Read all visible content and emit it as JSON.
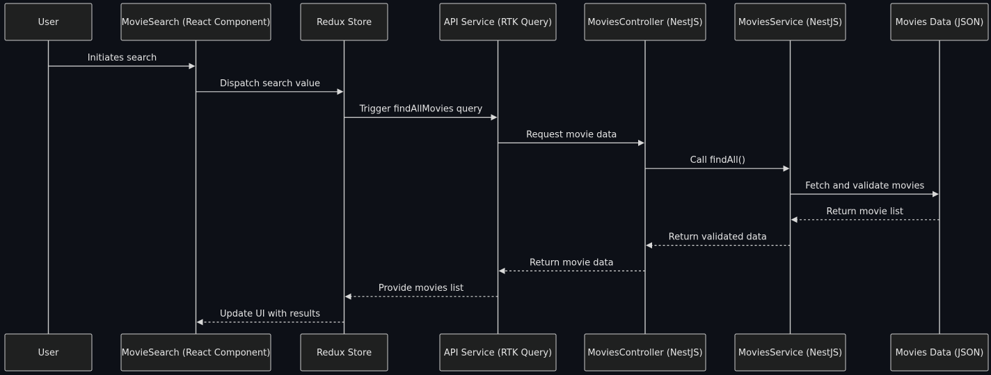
{
  "diagram": {
    "type": "sequence",
    "participants": [
      "User",
      "MovieSearch (React Component)",
      "Redux Store",
      "API Service (RTK Query)",
      "MoviesController (NestJS)",
      "MoviesService (NestJS)",
      "Movies Data (JSON)"
    ],
    "messages": [
      {
        "from": 0,
        "to": 1,
        "label": "Initiates search",
        "style": "solid"
      },
      {
        "from": 1,
        "to": 2,
        "label": "Dispatch search value",
        "style": "solid"
      },
      {
        "from": 2,
        "to": 3,
        "label": "Trigger findAllMovies query",
        "style": "solid"
      },
      {
        "from": 3,
        "to": 4,
        "label": "Request movie data",
        "style": "solid"
      },
      {
        "from": 4,
        "to": 5,
        "label": "Call findAll()",
        "style": "solid"
      },
      {
        "from": 5,
        "to": 6,
        "label": "Fetch and validate movies",
        "style": "solid"
      },
      {
        "from": 6,
        "to": 5,
        "label": "Return movie list",
        "style": "dashed"
      },
      {
        "from": 5,
        "to": 4,
        "label": "Return validated data",
        "style": "dashed"
      },
      {
        "from": 4,
        "to": 3,
        "label": "Return movie data",
        "style": "dashed"
      },
      {
        "from": 3,
        "to": 2,
        "label": "Provide movies list",
        "style": "dashed"
      },
      {
        "from": 2,
        "to": 1,
        "label": "Update UI with results",
        "style": "dashed"
      }
    ]
  }
}
